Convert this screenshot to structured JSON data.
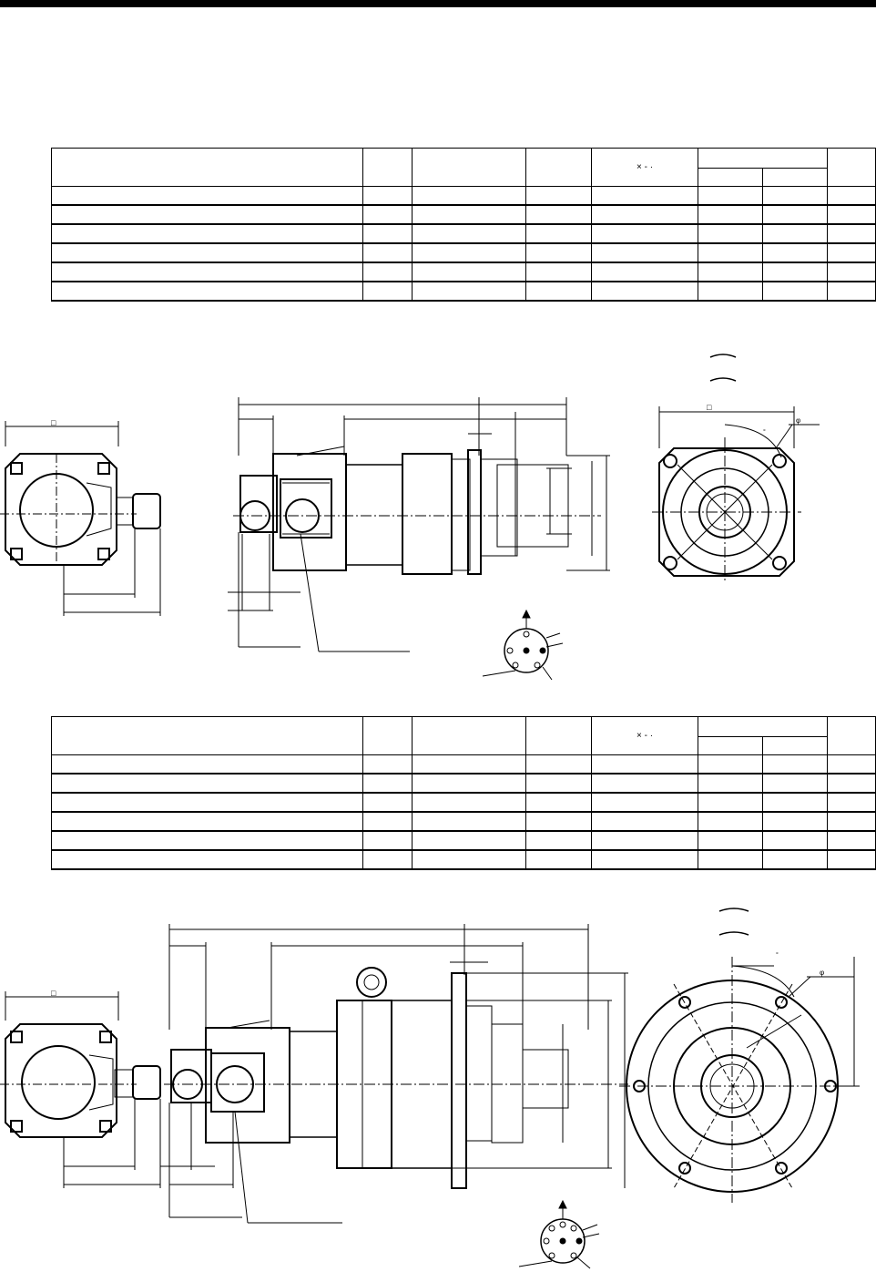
{
  "header": {
    "bar_color": "#000000"
  },
  "table1": {
    "header_symbol": "×  -  ·",
    "rows": 6
  },
  "drawing1": {
    "square_symbol": "□",
    "phi_symbol": "φ",
    "degree_symbol": "°"
  },
  "table2": {
    "header_symbol": "×  -  ·",
    "rows": 6
  },
  "drawing2": {
    "square_symbol": "□",
    "phi_symbol": "φ",
    "degree_symbol": "°"
  }
}
